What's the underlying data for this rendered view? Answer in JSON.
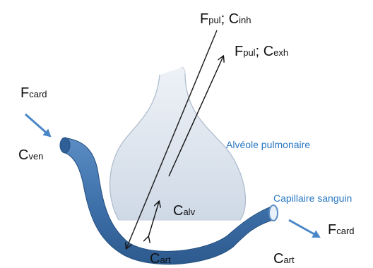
{
  "labels": {
    "f_pul_c_inh": {
      "main1": "F",
      "sub1": "pul",
      "sep": "; ",
      "main2": "C",
      "sub2": "inh"
    },
    "f_pul_c_exh": {
      "main1": "F",
      "sub1": "pul",
      "sep": "; ",
      "main2": "C",
      "sub2": "exh"
    },
    "f_card_in": {
      "main": "F",
      "sub": "card"
    },
    "c_ven": {
      "main": "C",
      "sub": "ven"
    },
    "c_alv": {
      "main": "C",
      "sub": "alv"
    },
    "c_art_left": {
      "main": "C",
      "sub": "art"
    },
    "c_art_right": {
      "main": "C",
      "sub": "art"
    },
    "f_card_out": {
      "main": "F",
      "sub": "card"
    },
    "alveole": "Alvéole pulmonaire",
    "capillaire": "Capillaire sanguin"
  },
  "colors": {
    "vessel": "#3d6fa8",
    "vessel_dark": "#24507f",
    "alveolus_fill": "#dde4ee",
    "flow_arrow": "#4a86c8",
    "text_blue": "#2a78c2"
  }
}
